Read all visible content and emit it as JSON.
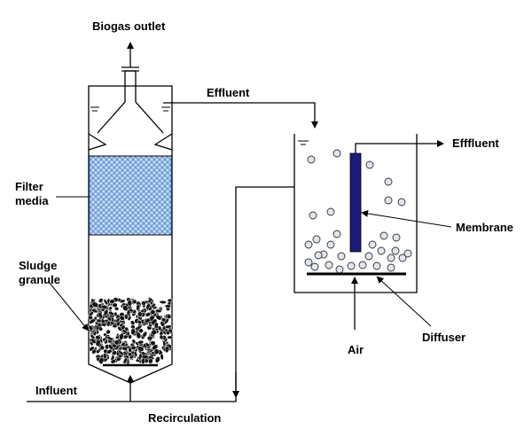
{
  "labels": {
    "biogas_outlet": "Biogas outlet",
    "effluent_top": "Effluent",
    "effluent_right": "Efffluent",
    "filter_media_1": "Filter",
    "filter_media_2": "media",
    "membrane": "Membrane",
    "sludge_granule_1": "Sludge",
    "sludge_granule_2": "granule",
    "diffuser": "Diffuser",
    "air": "Air",
    "influent": "Influent",
    "recirculation": "Recirculation"
  },
  "colors": {
    "filter_fill": "#c9dcf2",
    "filter_mesh": "#5b8fd6",
    "membrane": "#1c1c7a",
    "bubble_fill": "#dfe6ef",
    "sludge": "#141414"
  }
}
